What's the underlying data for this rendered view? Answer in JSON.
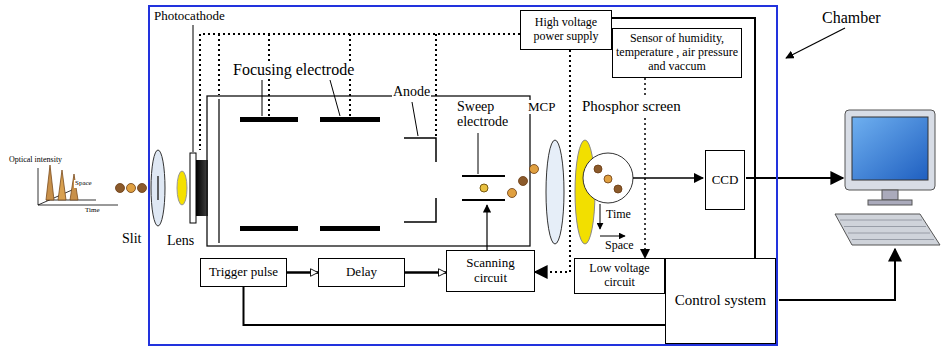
{
  "diagram": {
    "nodes": [
      {
        "text": [
          "Chamber"
        ]
      },
      {
        "text": [
          "High voltage power supply"
        ],
        "in": 0
      },
      {
        "text": [
          "Sensor of humidity, temperature , air pressure and vaccum"
        ],
        "in": 0
      },
      {
        "text": [
          "CCD"
        ],
        "in": 0
      },
      {
        "text": [
          "Trigger pulse"
        ],
        "in": 0
      },
      {
        "text": [
          "Delay"
        ],
        "in": 0
      },
      {
        "text": [
          "Scanning circuit"
        ],
        "in": 0
      },
      {
        "text": [
          "Low voltage circuit"
        ],
        "in": 0
      },
      {
        "text": [
          "Control system"
        ],
        "in": 0
      }
    ],
    "edges": [
      {
        "from": 4,
        "to": 5,
        "arrow": "to"
      },
      {
        "from": 5,
        "to": 6,
        "arrow": "to"
      },
      {
        "from": 4,
        "to": 8,
        "arrow": "none"
      },
      {
        "from": 1,
        "to": 8,
        "arrow": "none"
      },
      {
        "from": 2,
        "to": 7,
        "arrow": "to"
      },
      {
        "from": 1,
        "to": 6,
        "arrow": "to"
      }
    ],
    "labels": [
      "Optical intensity",
      "Time",
      "Space",
      "Slit",
      "Lens",
      "Photocathode",
      "Focusing electrode",
      "Anode",
      "Sweep electrode",
      "MCP",
      "Phosphor screen",
      "Time",
      "Space"
    ]
  }
}
